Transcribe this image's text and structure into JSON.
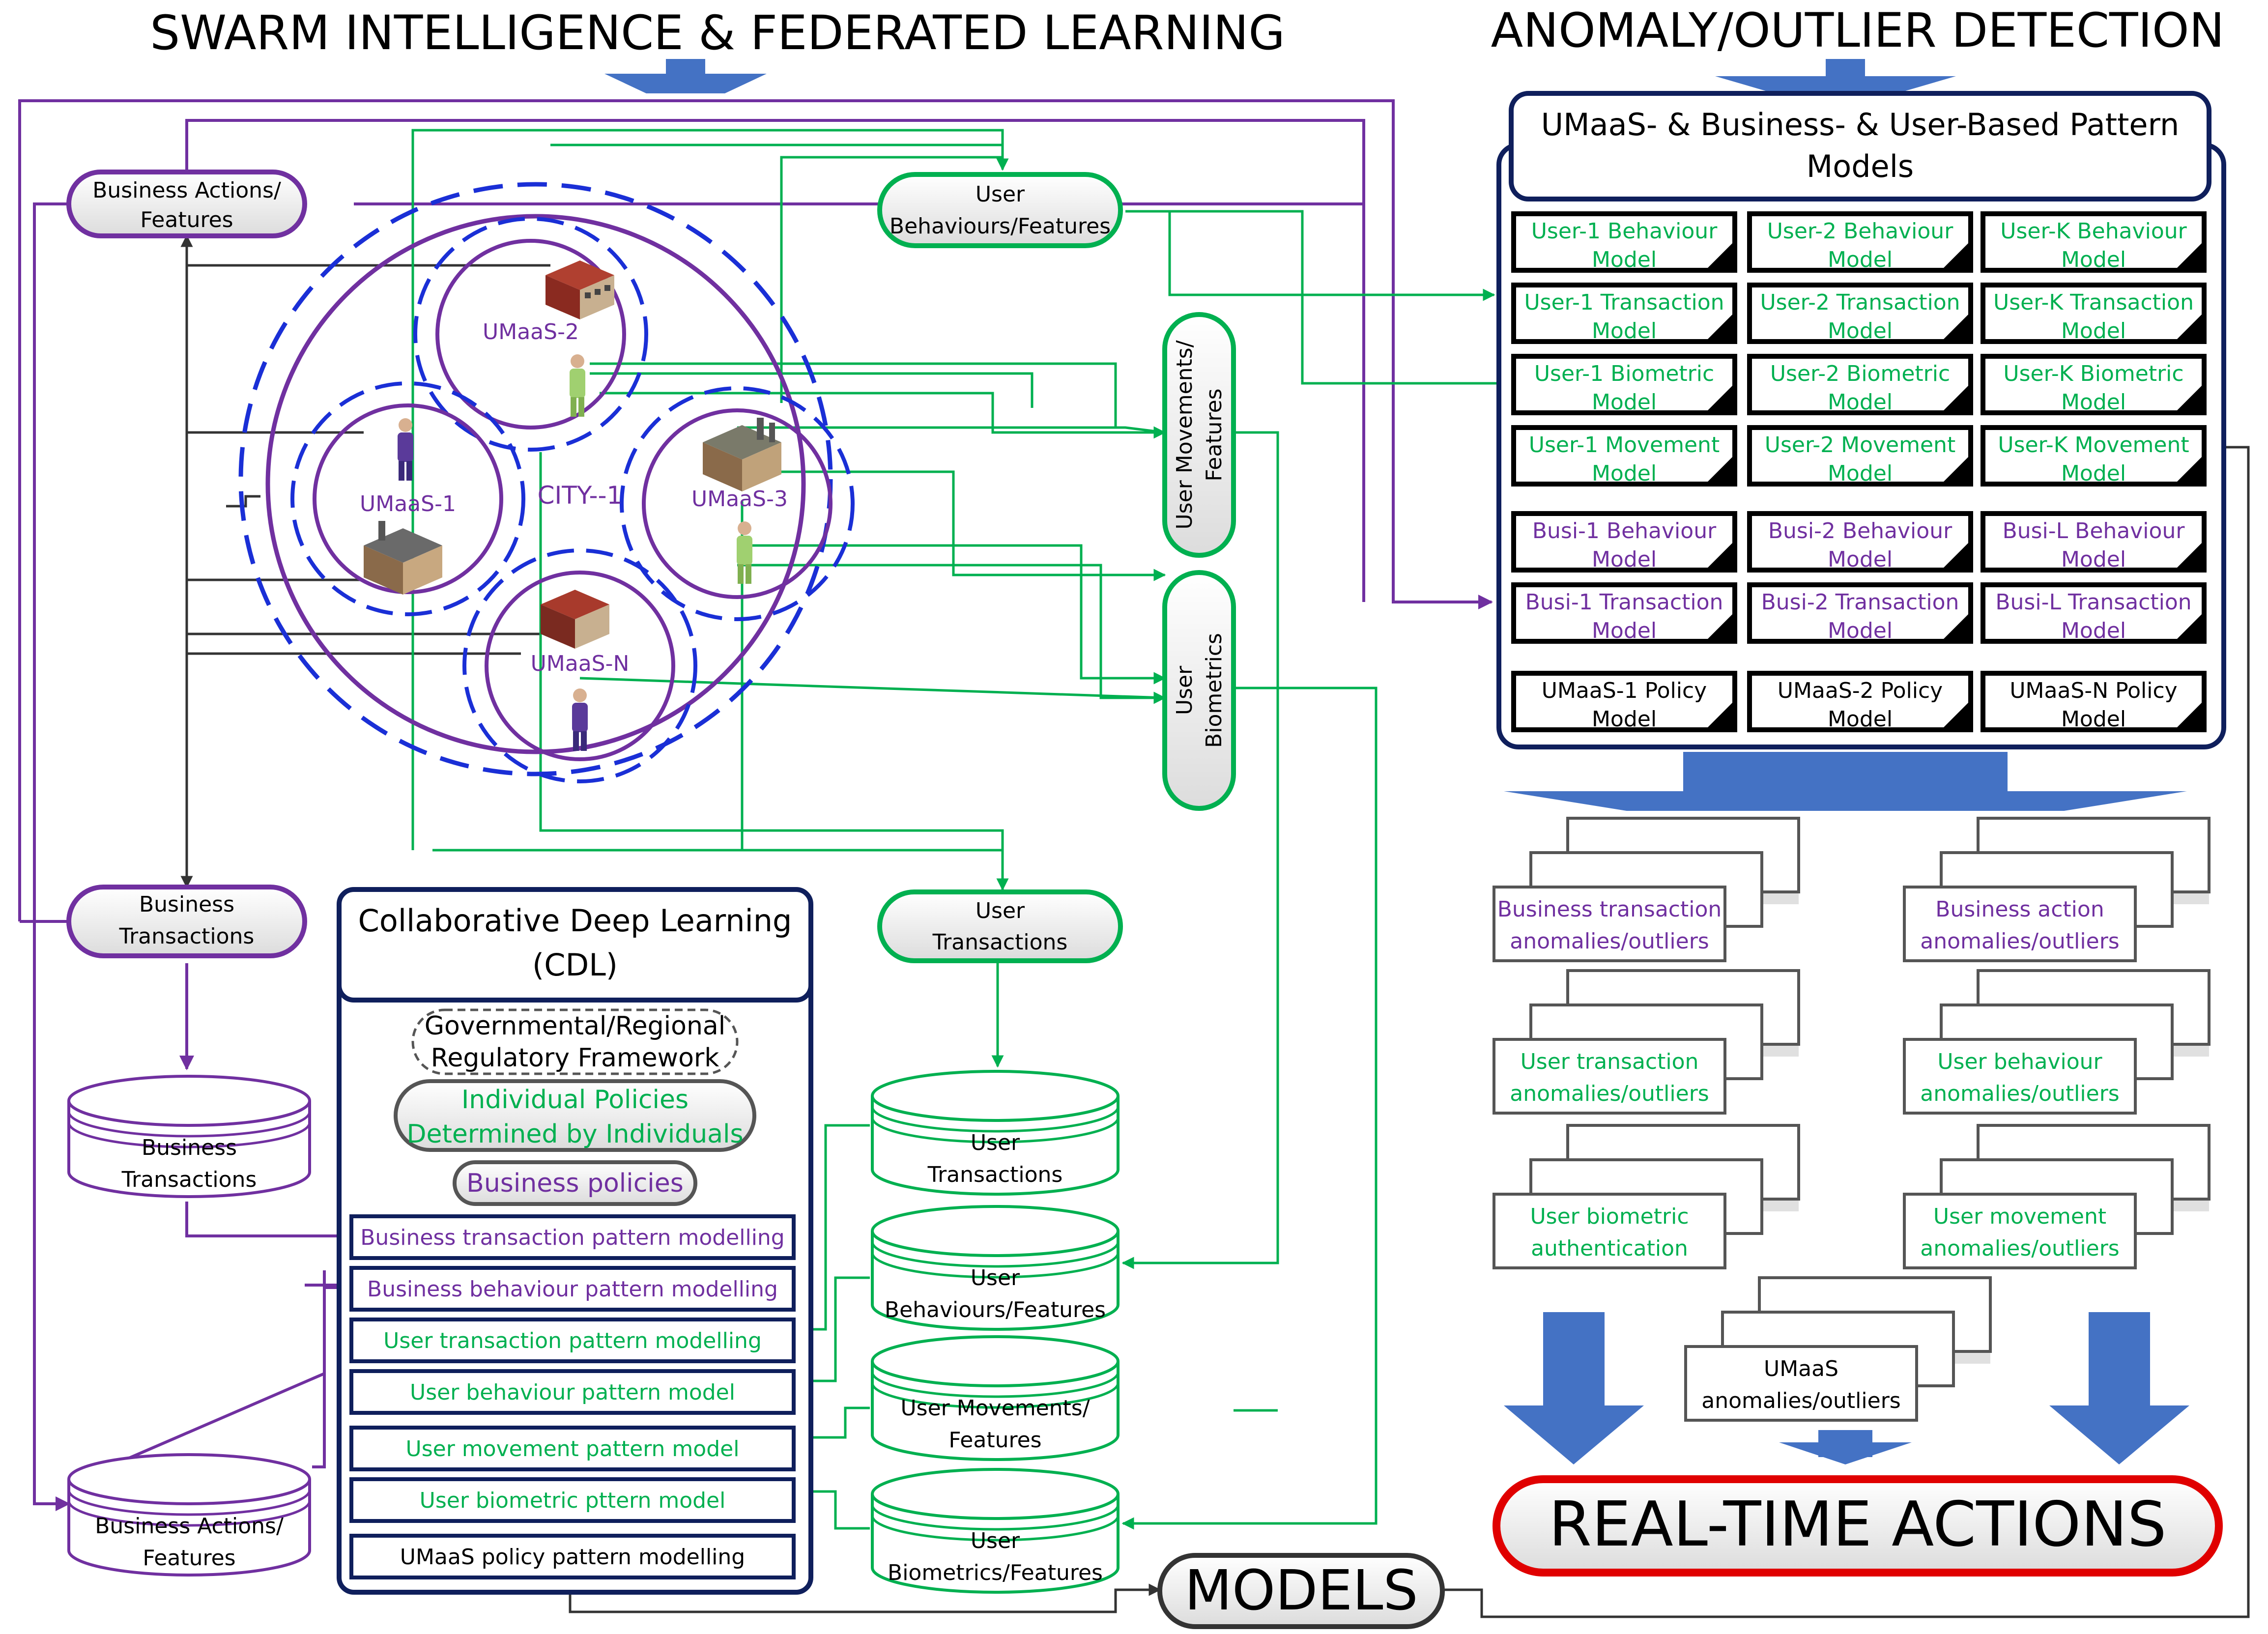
{
  "titles": {
    "left": "SWARM INTELLIGENCE & FEDERATED LEARNING",
    "right": "ANOMALY/OUTLIER DETECTION"
  },
  "colors": {
    "purple": "#7030a0",
    "green": "#00b050",
    "navy": "#0f1f5c",
    "blue_dashed": "#1a2fd6",
    "arrow_blue": "#4472c4",
    "red": "#e00000"
  },
  "city": {
    "label": "CITY--1",
    "umaas": [
      "UMaaS-1",
      "UMaaS-2",
      "UMaaS-3",
      "UMaaS-N"
    ]
  },
  "left_nodes": {
    "business_actions": [
      "Business Actions/",
      "Features"
    ],
    "business_transactions": [
      "Business",
      "Transactions"
    ]
  },
  "user_nodes": {
    "behaviours": [
      "User",
      "Behaviours/Features"
    ],
    "movements": [
      "User Movements/",
      "Features"
    ],
    "biometrics": [
      "User",
      "Biometrics"
    ],
    "transactions": [
      "User",
      "Transactions"
    ]
  },
  "databases": {
    "business_transactions": [
      "Business",
      "Transactions"
    ],
    "business_actions": [
      "Business Actions/",
      "Features"
    ],
    "user_transactions": [
      "User",
      "Transactions"
    ],
    "user_behaviours": [
      "User",
      "Behaviours/Features"
    ],
    "user_movements": [
      "User Movements/",
      "Features"
    ],
    "user_biometrics": [
      "User",
      "Biometrics/Features"
    ]
  },
  "cdl": {
    "title": [
      "Collaborative Deep Learning",
      "(CDL)"
    ],
    "framework": [
      "Governmental/Regional",
      "Regulatory Framework"
    ],
    "individual_policies": [
      "Individual Policies",
      "Determined by Individuals"
    ],
    "business_policies": "Business policies",
    "items": [
      {
        "label": "Business transaction pattern modelling",
        "color": "purple"
      },
      {
        "label": "Business behaviour pattern modelling",
        "color": "purple"
      },
      {
        "label": "User transaction pattern modelling",
        "color": "green"
      },
      {
        "label": "User behaviour pattern model",
        "color": "green"
      },
      {
        "label": "User movement pattern model",
        "color": "green"
      },
      {
        "label": "User biometric pttern model",
        "color": "green"
      },
      {
        "label": "UMaaS policy pattern modelling",
        "color": "black"
      }
    ]
  },
  "pattern_models": {
    "title": [
      "UMaaS- & Business- & User-Based Pattern",
      "Models"
    ],
    "rows": [
      {
        "color": "green",
        "cells": [
          [
            "User-1 Behaviour",
            "Model"
          ],
          [
            "User-2 Behaviour",
            "Model"
          ],
          [
            "User-K Behaviour",
            "Model"
          ]
        ]
      },
      {
        "color": "green",
        "cells": [
          [
            "User-1 Transaction",
            "Model"
          ],
          [
            "User-2 Transaction",
            "Model"
          ],
          [
            "User-K Transaction",
            "Model"
          ]
        ]
      },
      {
        "color": "green",
        "cells": [
          [
            "User-1 Biometric",
            "Model"
          ],
          [
            "User-2 Biometric",
            "Model"
          ],
          [
            "User-K Biometric",
            "Model"
          ]
        ]
      },
      {
        "color": "green",
        "cells": [
          [
            "User-1 Movement",
            "Model"
          ],
          [
            "User-2 Movement",
            "Model"
          ],
          [
            "User-K Movement",
            "Model"
          ]
        ]
      },
      {
        "color": "purple",
        "cells": [
          [
            "Busi-1 Behaviour",
            "Model"
          ],
          [
            "Busi-2 Behaviour",
            "Model"
          ],
          [
            "Busi-L Behaviour",
            "Model"
          ]
        ]
      },
      {
        "color": "purple",
        "cells": [
          [
            "Busi-1 Transaction",
            "Model"
          ],
          [
            "Busi-2 Transaction",
            "Model"
          ],
          [
            "Busi-L Transaction",
            "Model"
          ]
        ]
      },
      {
        "color": "black",
        "cells": [
          [
            "UMaaS-1 Policy",
            "Model"
          ],
          [
            "UMaaS-2 Policy",
            "Model"
          ],
          [
            "UMaaS-N Policy",
            "Model"
          ]
        ]
      }
    ]
  },
  "anomalies": [
    {
      "label": [
        "Business transaction",
        "anomalies/outliers"
      ],
      "color": "purple"
    },
    {
      "label": [
        "Business action",
        "anomalies/outliers"
      ],
      "color": "purple"
    },
    {
      "label": [
        "User transaction",
        "anomalies/outliers"
      ],
      "color": "green"
    },
    {
      "label": [
        "User behaviour",
        "anomalies/outliers"
      ],
      "color": "green"
    },
    {
      "label": [
        "User biometric",
        "authentication"
      ],
      "color": "green"
    },
    {
      "label": [
        "User movement",
        "anomalies/outliers"
      ],
      "color": "green"
    },
    {
      "label": [
        "UMaaS",
        "anomalies/outliers"
      ],
      "color": "black"
    }
  ],
  "real_time_actions": "REAL-TIME ACTIONS",
  "models_label": "MODELS"
}
